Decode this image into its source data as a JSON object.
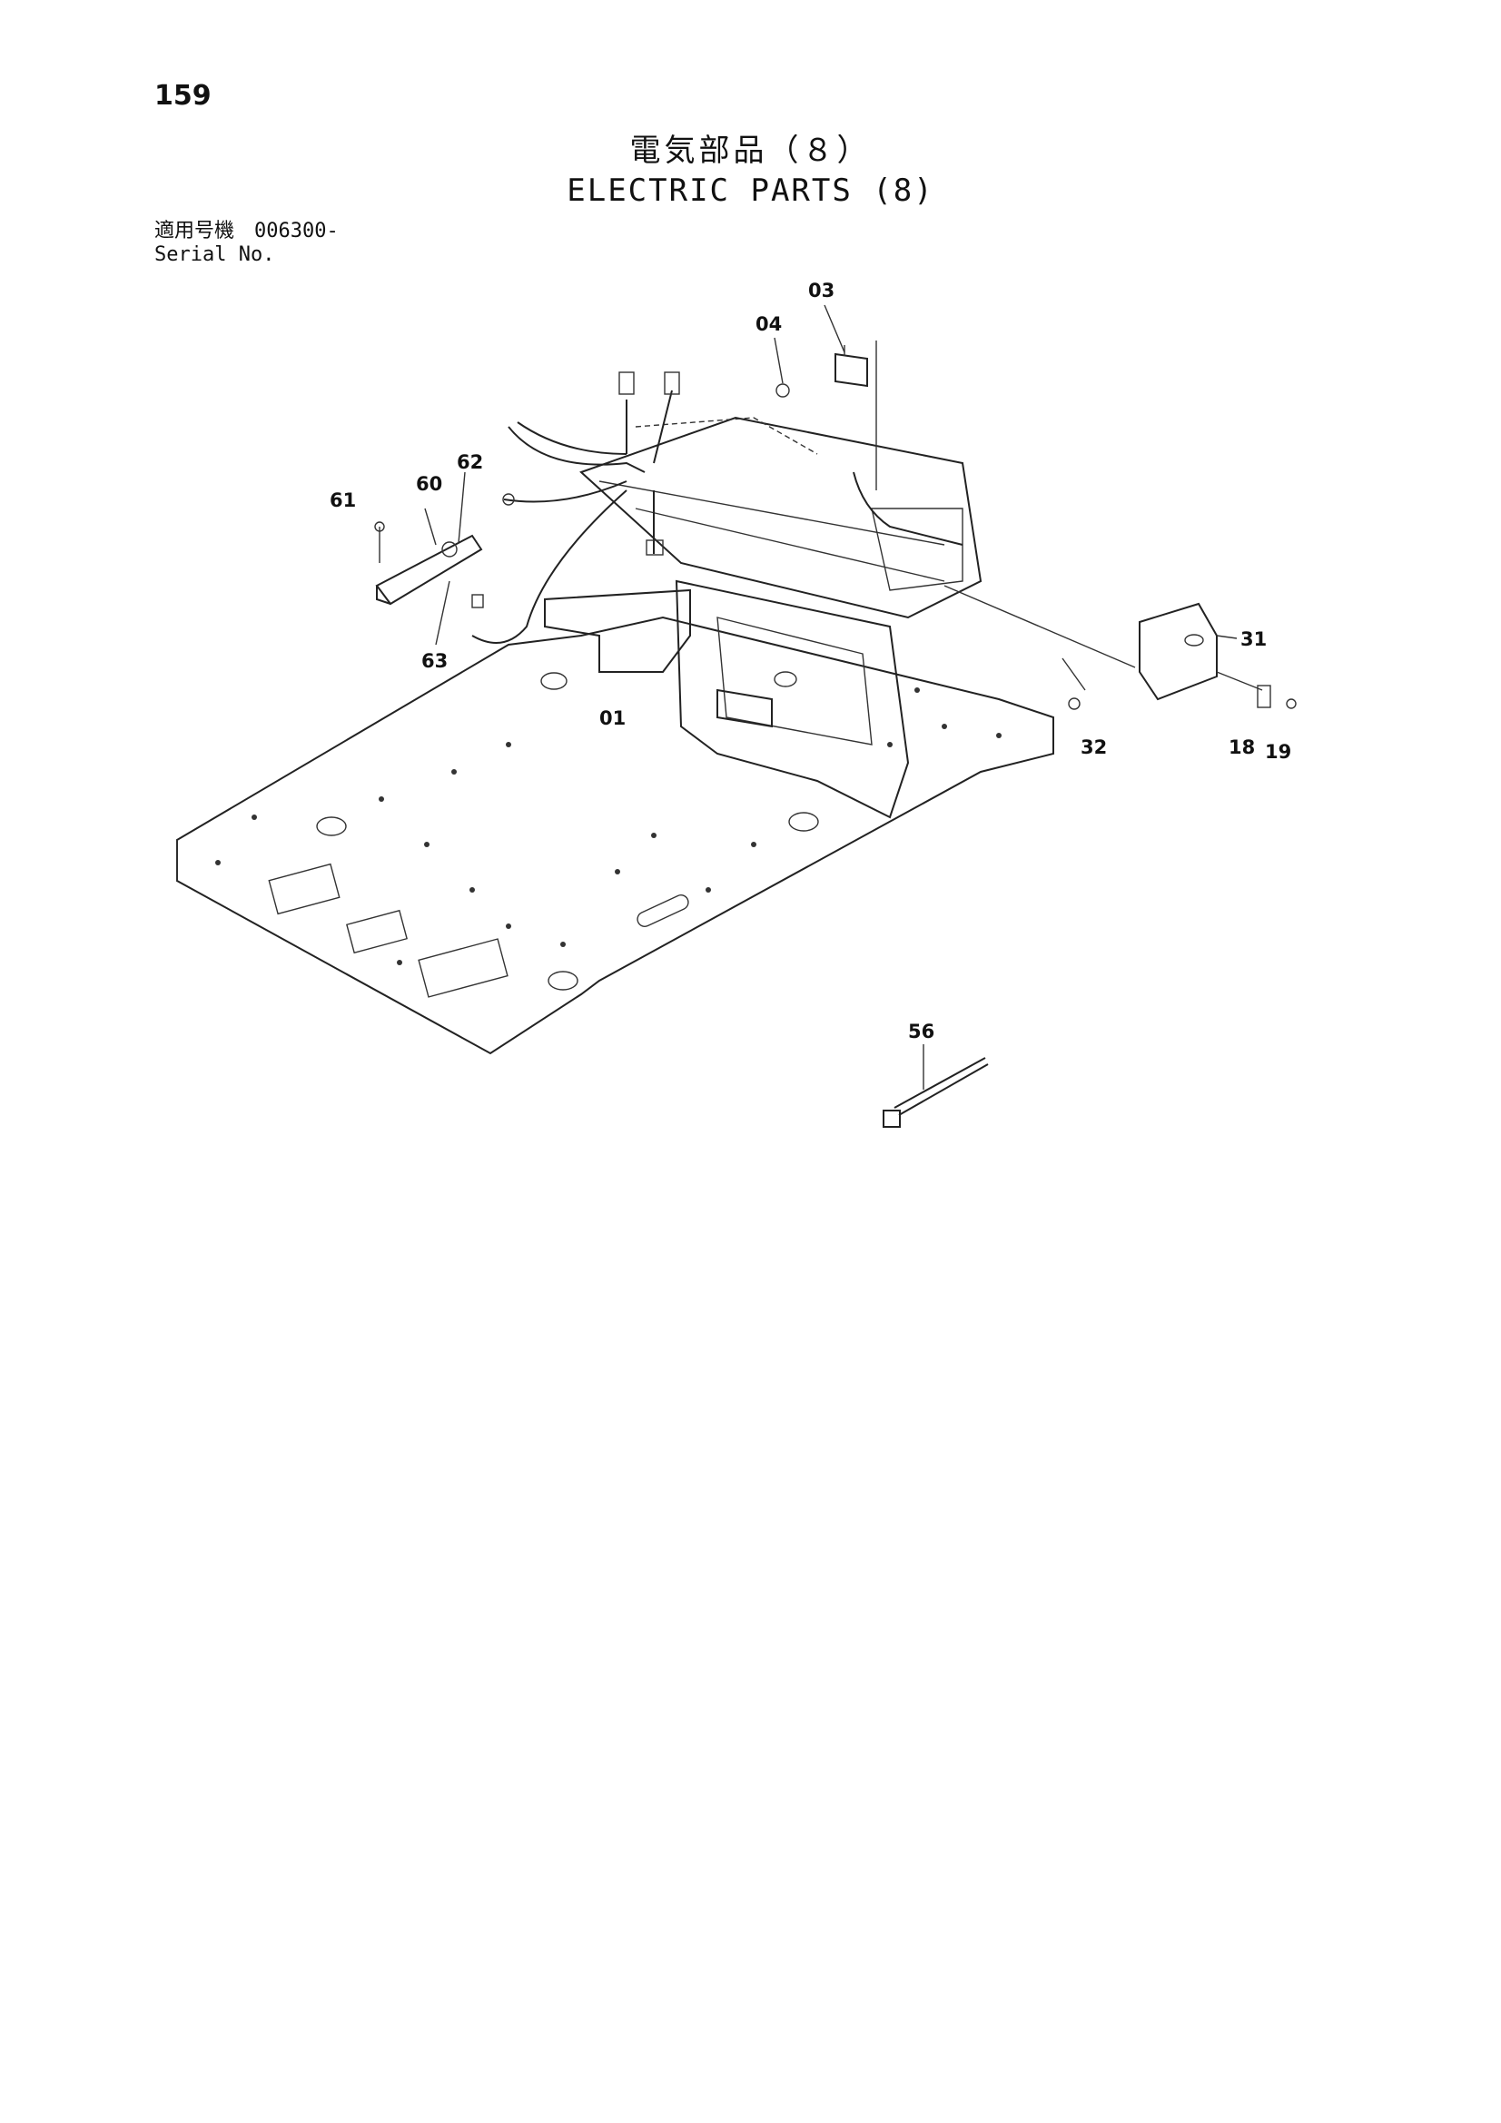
{
  "page_number": "159",
  "title_jp": "電気部品（８）",
  "title_en": "ELECTRIC PARTS (8)",
  "serial": {
    "label_jp": "適用号機",
    "value": "006300-",
    "label_en": "Serial No."
  },
  "callouts": [
    "03",
    "04",
    "61",
    "60",
    "62",
    "63",
    "01",
    "31",
    "32",
    "18",
    "19",
    "56"
  ]
}
